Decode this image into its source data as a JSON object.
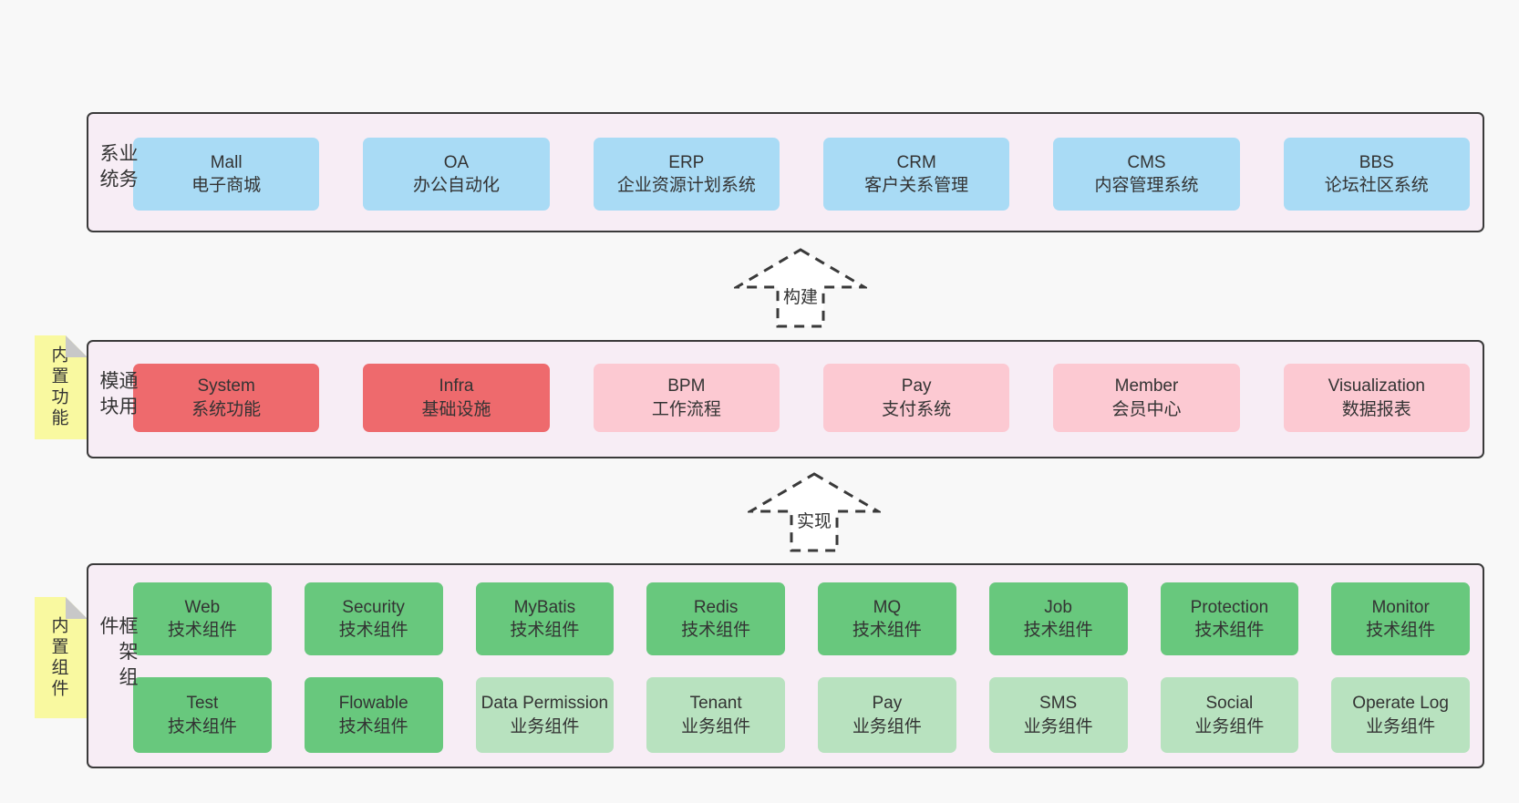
{
  "arrows": [
    {
      "label": "构建"
    },
    {
      "label": "实现"
    }
  ],
  "bands": [
    {
      "label": "业务系统",
      "boxes": [
        {
          "en": "Mall",
          "zh": "电子商城"
        },
        {
          "en": "OA",
          "zh": "办公自动化"
        },
        {
          "en": "ERP",
          "zh": "企业资源计划系统"
        },
        {
          "en": "CRM",
          "zh": "客户关系管理"
        },
        {
          "en": "CMS",
          "zh": "内容管理系统"
        },
        {
          "en": "BBS",
          "zh": "论坛社区系统"
        }
      ]
    },
    {
      "label": "通用模块",
      "note": "内置功能",
      "boxes": [
        {
          "en": "System",
          "zh": "系统功能"
        },
        {
          "en": "Infra",
          "zh": "基础设施"
        },
        {
          "en": "BPM",
          "zh": "工作流程"
        },
        {
          "en": "Pay",
          "zh": "支付系统"
        },
        {
          "en": "Member",
          "zh": "会员中心"
        },
        {
          "en": "Visualization",
          "zh": "数据报表"
        }
      ]
    },
    {
      "label": "框架组件",
      "note": "内置组件",
      "row1": [
        {
          "en": "Web",
          "zh": "技术组件"
        },
        {
          "en": "Security",
          "zh": "技术组件"
        },
        {
          "en": "MyBatis",
          "zh": "技术组件"
        },
        {
          "en": "Redis",
          "zh": "技术组件"
        },
        {
          "en": "MQ",
          "zh": "技术组件"
        },
        {
          "en": "Job",
          "zh": "技术组件"
        },
        {
          "en": "Protection",
          "zh": "技术组件"
        },
        {
          "en": "Monitor",
          "zh": "技术组件"
        }
      ],
      "row2": [
        {
          "en": "Test",
          "zh": "技术组件"
        },
        {
          "en": "Flowable",
          "zh": "技术组件"
        },
        {
          "en": "Data Permission",
          "zh": "业务组件"
        },
        {
          "en": "Tenant",
          "zh": "业务组件"
        },
        {
          "en": "Pay",
          "zh": "业务组件"
        },
        {
          "en": "SMS",
          "zh": "业务组件"
        },
        {
          "en": "Social",
          "zh": "业务组件"
        },
        {
          "en": "Operate Log",
          "zh": "业务组件"
        }
      ]
    }
  ],
  "colors": {
    "page_bg": "#f8f8f8",
    "band_bg": "#f7edf5",
    "band_border": "#3a3a3a",
    "blue": "#a9dbf5",
    "red": "#ee6a6d",
    "pink": "#fcc9d2",
    "green_dark": "#68c87d",
    "green_light": "#b8e2bf",
    "note_yellow": "#f9f9a0",
    "fold_gray": "#c8c8c8",
    "text": "#333333"
  }
}
